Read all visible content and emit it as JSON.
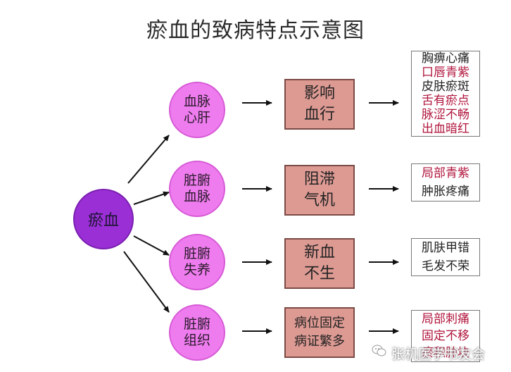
{
  "title": "瘀血的致病特点示意图",
  "root": {
    "label": "瘀血"
  },
  "branches": [
    {
      "circle": "血脉\n心肝",
      "effect": "影响\n血行",
      "results": [
        {
          "text": "胸痹心痛",
          "color": "#222222"
        },
        {
          "text": "口唇青紫",
          "color": "#b0143c"
        },
        {
          "text": "皮肤瘀斑",
          "color": "#222222"
        },
        {
          "text": "舌有瘀点",
          "color": "#b0143c"
        },
        {
          "text": "脉涩不畅",
          "color": "#b0143c"
        },
        {
          "text": "出血暗红",
          "color": "#b0143c"
        }
      ]
    },
    {
      "circle": "脏腑\n血脉",
      "effect": "阻滞\n气机",
      "results": [
        {
          "text": "局部青紫",
          "color": "#b0143c"
        },
        {
          "text": "肿胀疼痛",
          "color": "#222222"
        }
      ]
    },
    {
      "circle": "脏腑\n失养",
      "effect": "新血\n不生",
      "results": [
        {
          "text": "肌肤甲错",
          "color": "#222222"
        },
        {
          "text": "毛发不荣",
          "color": "#222222"
        }
      ]
    },
    {
      "circle": "脏腑\n组织",
      "effect": "病位固定\n病证繁多",
      "results": [
        {
          "text": "局部刺痛",
          "color": "#b0143c"
        },
        {
          "text": "固定不移",
          "color": "#b0143c"
        },
        {
          "text": "瘀积肿块",
          "color": "#b0143c"
        }
      ]
    }
  ],
  "watermark": "张机医学书友会",
  "watermark_icon": "wechat-icon"
}
